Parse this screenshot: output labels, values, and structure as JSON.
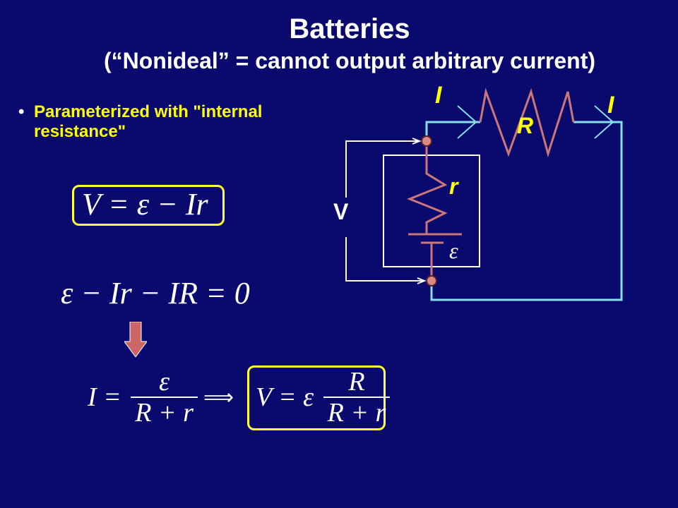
{
  "slide": {
    "title": "Batteries",
    "subtitle": "(“Nonideal” = cannot output arbitrary current)",
    "bullet_marker": "•",
    "bullet_text": "Parameterized with \"internal resistance\""
  },
  "equations": {
    "eq1": {
      "lhs": "V",
      "rhs": "= ε − Ir"
    },
    "eq2": "ε − Ir − IR = 0",
    "eq3": {
      "lhs": "I =",
      "num": "ε",
      "den": "R + r"
    },
    "implies_glyph": "⟹",
    "eq4": {
      "lhs": "V = ε",
      "num": "R",
      "den": "R + r"
    }
  },
  "circuit": {
    "label_current_left": "I",
    "label_current_right": "I",
    "label_R": "R",
    "label_r": "r",
    "label_V": "V",
    "label_emf": "ε"
  },
  "colors": {
    "background": "#0a0a6e",
    "wire": "#88ddee",
    "component": "#cc7777",
    "highlight_box": "#ffff33",
    "label_yellow": "#ffff00",
    "arrow_down": "#cc6666"
  }
}
